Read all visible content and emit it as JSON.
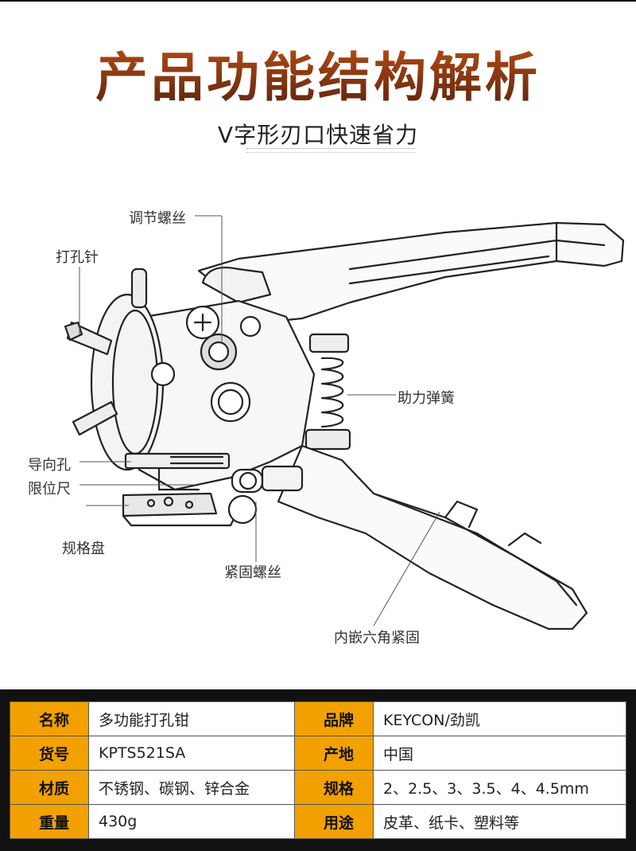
{
  "header": {
    "title": "产品功能结构解析",
    "subtitle": "V字形刃口快速省力"
  },
  "callouts": {
    "adjust_screw": "调节螺丝",
    "punch_pin": "打孔针",
    "spring": "助力弹簧",
    "guide_hole": "导向孔",
    "limit_ruler": "限位尺",
    "size_disc": "规格盘",
    "fasten_screw": "紧固螺丝",
    "hex_fixed": "内嵌六角紧固"
  },
  "specs": {
    "rows": [
      {
        "k1": "名称",
        "v1": "多功能打孔钳",
        "k2": "品牌",
        "v2": "KEYCON/劲凯"
      },
      {
        "k1": "货号",
        "v1": "KPTS521SA",
        "k2": "产地",
        "v2": "中国"
      },
      {
        "k1": "材质",
        "v1": "不锈钢、碳钢、锌合金",
        "k2": "规格",
        "v2": "2、2.5、3、3.5、4、4.5mm"
      },
      {
        "k1": "重量",
        "v1": "430g",
        "k2": "用途",
        "v2": "皮革、纸卡、塑料等"
      }
    ]
  },
  "colors": {
    "title_gradient_top": "#b24a12",
    "title_gradient_bottom": "#5b2410",
    "spec_key_bg": "#f2a100",
    "spec_frame": "#111111"
  }
}
